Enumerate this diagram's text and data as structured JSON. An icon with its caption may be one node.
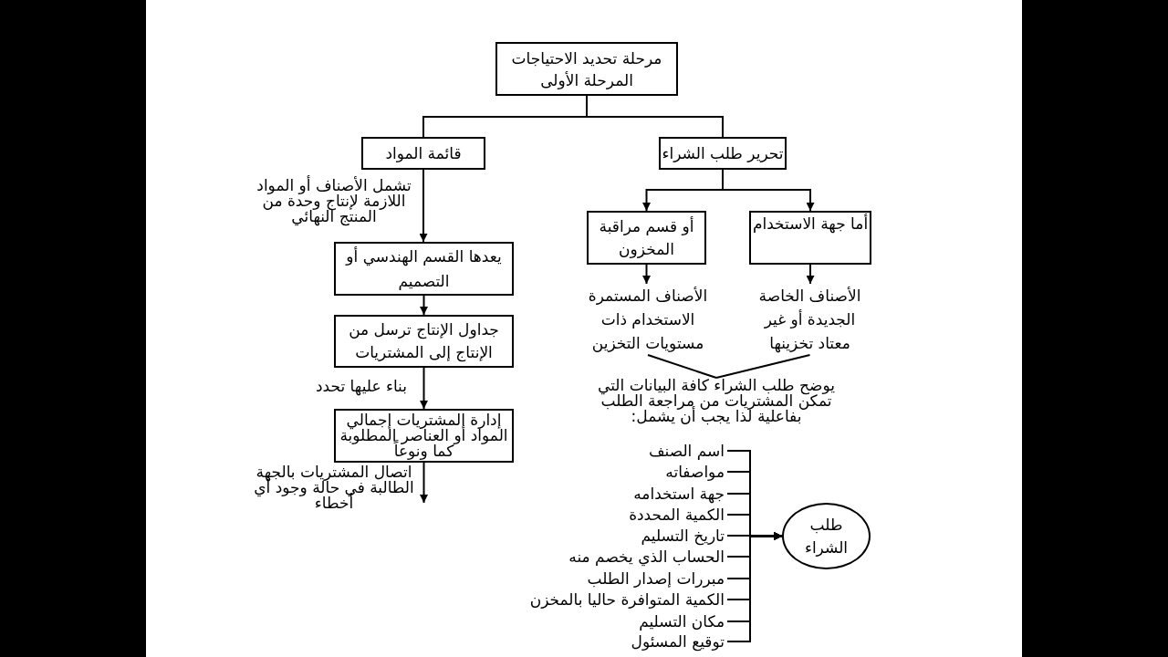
{
  "diagram": {
    "nodes": [
      {
        "text": [
          "مرحلة تحديد الاحتياجات",
          "المرحلة الأولى"
        ]
      },
      {
        "text": [
          "تحرير طلب الشراء"
        ]
      },
      {
        "text": [
          "قائمة المواد"
        ]
      },
      {
        "text": [
          "أما جهة الاستخدام"
        ]
      },
      {
        "text": [
          "أو قسم مراقبة المخزون"
        ]
      },
      {
        "text": [
          "الأصناف الخاصة الجديدة أو غير معتاد تخزينها"
        ]
      },
      {
        "text": [
          "الأصناف المستمرة الاستخدام ذات مستويات التخزين"
        ]
      },
      {
        "text": [
          "يوضح طلب الشراء كافة البيانات التي تمكن المشتريات من مراجعة الطلب بفاعلية لذا يجب أن يشمل:"
        ]
      },
      {
        "text": [
          "اسم الصنف"
        ]
      },
      {
        "text": [
          "مواصفاته"
        ]
      },
      {
        "text": [
          "جهة استخدامه"
        ]
      },
      {
        "text": [
          "الكمية المحددة"
        ]
      },
      {
        "text": [
          "تاريخ التسليم"
        ]
      },
      {
        "text": [
          "الحساب الذي يخصم منه"
        ]
      },
      {
        "text": [
          "مبررات إصدار الطلب"
        ]
      },
      {
        "text": [
          "الكمية المتوافرة حاليا بالمخزن"
        ]
      },
      {
        "text": [
          "مكان التسليم"
        ]
      },
      {
        "text": [
          "توقيع المسئول"
        ]
      },
      {
        "text": [
          "طلب الشراء"
        ]
      },
      {
        "text": [
          "يعدها القسم الهندسي أو التصميم"
        ]
      },
      {
        "text": [
          "جداول الإنتاج ترسل من الإنتاج إلى المشتريات"
        ]
      },
      {
        "text": [
          "إدارة المشتريات إجمالي المواد أو العناصر المطلوبة كما ونوعاً"
        ]
      }
    ],
    "edges": [
      {
        "from": 0,
        "to": 1,
        "arrow": "none"
      },
      {
        "from": 0,
        "to": 2,
        "arrow": "none"
      },
      {
        "from": 1,
        "to": 3,
        "arrow": "to"
      },
      {
        "from": 1,
        "to": 4,
        "arrow": "to"
      },
      {
        "from": 3,
        "to": 5,
        "arrow": "to"
      },
      {
        "from": 4,
        "to": 6,
        "arrow": "to"
      },
      {
        "from": 5,
        "to": 7,
        "arrow": "none"
      },
      {
        "from": 6,
        "to": 7,
        "arrow": "none"
      },
      {
        "from": 8,
        "to": 18,
        "arrow": "to"
      },
      {
        "from": 9,
        "to": 18,
        "arrow": "to"
      },
      {
        "from": 10,
        "to": 18,
        "arrow": "to"
      },
      {
        "from": 11,
        "to": 18,
        "arrow": "to"
      },
      {
        "from": 12,
        "to": 18,
        "arrow": "to"
      },
      {
        "from": 13,
        "to": 18,
        "arrow": "to"
      },
      {
        "from": 14,
        "to": 18,
        "arrow": "to"
      },
      {
        "from": 15,
        "to": 18,
        "arrow": "to"
      },
      {
        "from": 16,
        "to": 18,
        "arrow": "to"
      },
      {
        "from": 17,
        "to": 18,
        "arrow": "to"
      },
      {
        "from": 2,
        "to": 19,
        "arrow": "to",
        "label": "تشمل الأصناف أو المواد اللازمة لإنتاج وحدة من المنتج النهائي"
      },
      {
        "from": 19,
        "to": 20,
        "arrow": "to"
      },
      {
        "from": 20,
        "to": 21,
        "arrow": "to",
        "label": "بناء عليها تحدد"
      },
      {
        "from": 21,
        "to": null,
        "arrow": "to",
        "label": "اتصال المشتريات بالجهة الطالبة في حالة وجود أي أخطاء"
      }
    ]
  }
}
